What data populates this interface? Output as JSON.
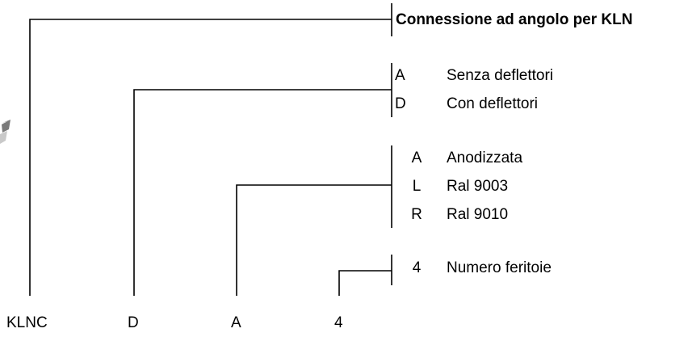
{
  "title": "Connessione ad angolo per KLN",
  "colors": {
    "line": "#000000",
    "text": "#000000",
    "background": "#ffffff"
  },
  "groups": [
    {
      "id": "deflectors",
      "options": [
        {
          "code": "A",
          "label": "Senza deflettori"
        },
        {
          "code": "D",
          "label": "Con deflettori"
        }
      ]
    },
    {
      "id": "finish",
      "options": [
        {
          "code": "A",
          "label": "Anodizzata"
        },
        {
          "code": "L",
          "label": "Ral 9003"
        },
        {
          "code": "R",
          "label": "Ral 9010"
        }
      ]
    },
    {
      "id": "slots",
      "options": [
        {
          "code": "4",
          "label": "Numero feritoie"
        }
      ]
    }
  ],
  "code_parts": [
    "KLNC",
    "D",
    "A",
    "4"
  ]
}
